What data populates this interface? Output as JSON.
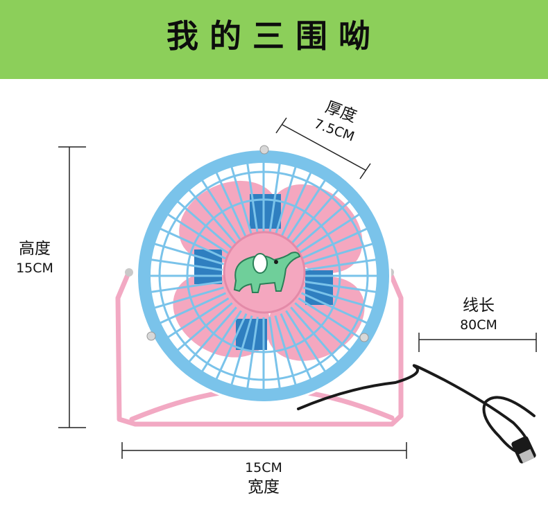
{
  "header": {
    "title": "我的三围呦"
  },
  "dimensions": {
    "thickness": {
      "label": "厚度",
      "value": "7.5CM"
    },
    "height": {
      "label": "高度",
      "value": "15CM"
    },
    "cable_length": {
      "label": "线长",
      "value": "80CM"
    },
    "width": {
      "label": "宽度",
      "value": "15CM"
    }
  },
  "colors": {
    "banner": "#8ccf5a",
    "fan_ring": "#7ac3ea",
    "fan_blade": "#f4a7bf",
    "motor": "#2f7fc0",
    "stand": "#f2a9c3",
    "elephant": "#6fcf9a",
    "cable": "#1a1a1a"
  }
}
